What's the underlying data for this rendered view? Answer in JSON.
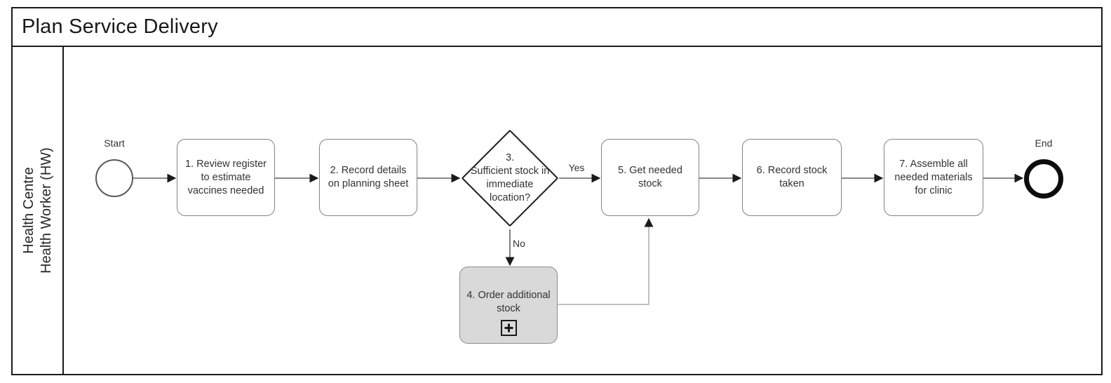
{
  "title": "Plan Service Delivery",
  "lane": {
    "line1": "Health Centre",
    "line2": "Health Worker (HW)"
  },
  "events": {
    "start_label": "Start",
    "end_label": "End"
  },
  "tasks": {
    "t1": {
      "label": "1. Review register to estimate vaccines needed"
    },
    "t2": {
      "label": "2. Record details on planning sheet"
    },
    "t4": {
      "label": "4. Order additional stock",
      "subprocess_marker": "plus"
    },
    "t5": {
      "label": "5. Get needed stock"
    },
    "t6": {
      "label": "6. Record stock taken"
    },
    "t7": {
      "label": "7. Assemble all needed materials for clinic"
    }
  },
  "gateway": {
    "label": "3.\nSufficient stock in immediate location?"
  },
  "edge_labels": {
    "yes": "Yes",
    "no": "No"
  },
  "colors": {
    "frame_border": "#1a1a1a",
    "task_border": "#828282",
    "subprocess_fill": "#d9d9d9",
    "connector": "#404040",
    "elbow_connector": "#9e9e9e"
  }
}
